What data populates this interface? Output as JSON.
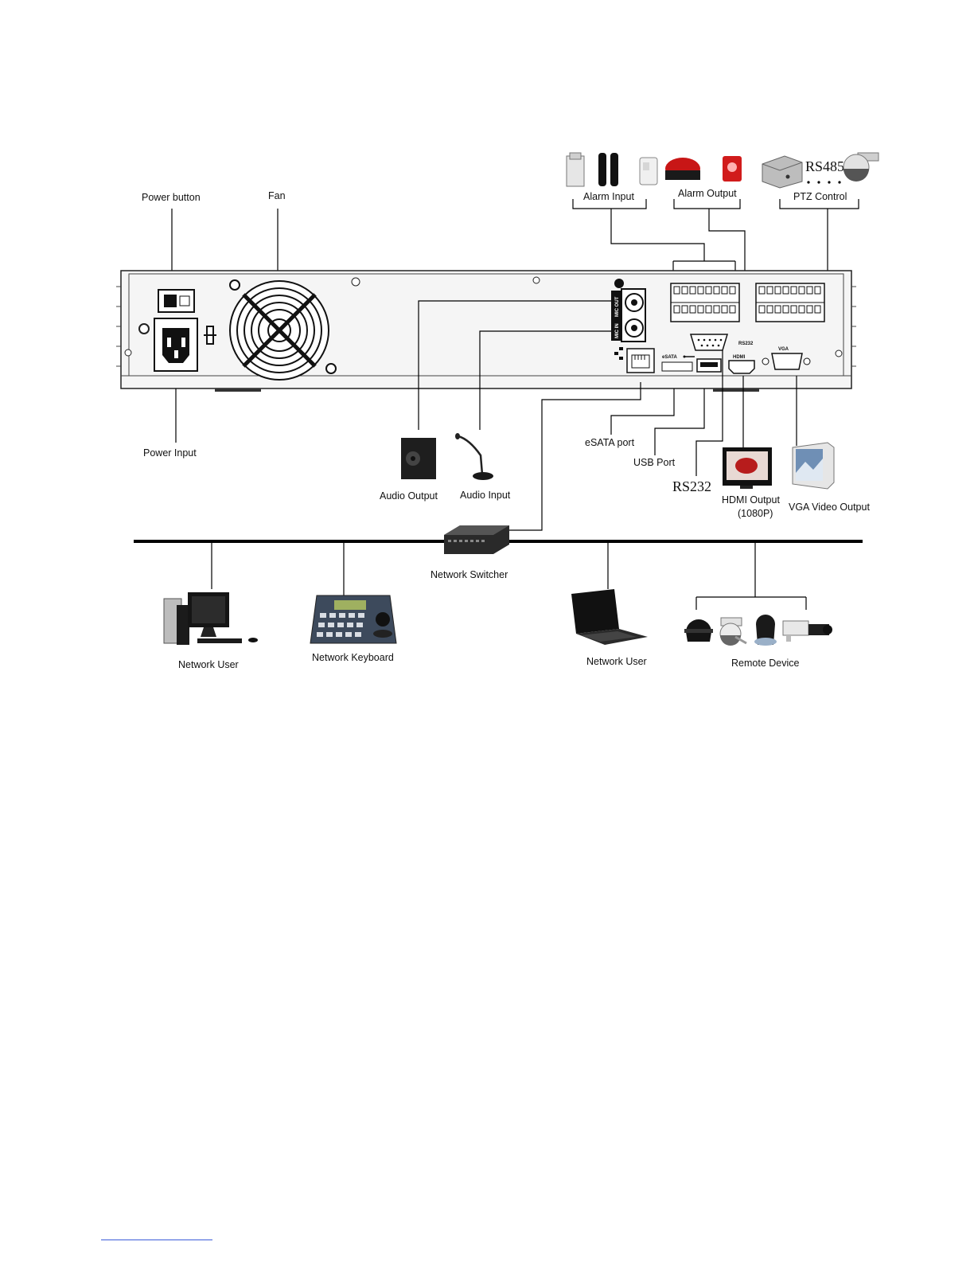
{
  "labels": {
    "power_button": "Power button",
    "fan": "Fan",
    "power_input": "Power Input",
    "alarm_input": "Alarm Input",
    "alarm_output": "Alarm Output",
    "ptz_control": "PTZ Control",
    "rs485": "RS485",
    "audio_output": "Audio Output",
    "audio_input": "Audio Input",
    "esata_port": "eSATA port",
    "usb_port": "USB Port",
    "rs232": "RS232",
    "hdmi_output": "HDMI Output",
    "hdmi_output_res": "(1080P)",
    "vga_video_output": "VGA Video Output",
    "network_switcher": "Network Switcher",
    "network_user_1": "Network User",
    "network_keyboard": "Network Keyboard",
    "network_user_2": "Network User",
    "remote_device": "Remote Device"
  },
  "panel_markings": {
    "mic_out": "MIC OUT",
    "mic_in": "MIC IN",
    "esata": "eSATA",
    "rs232": "RS232",
    "hdmi": "HDMI",
    "vga": "VGA"
  },
  "colors": {
    "line": "#000000",
    "panel": "#f4f4f4",
    "alarm_red": "#d11b1b"
  }
}
